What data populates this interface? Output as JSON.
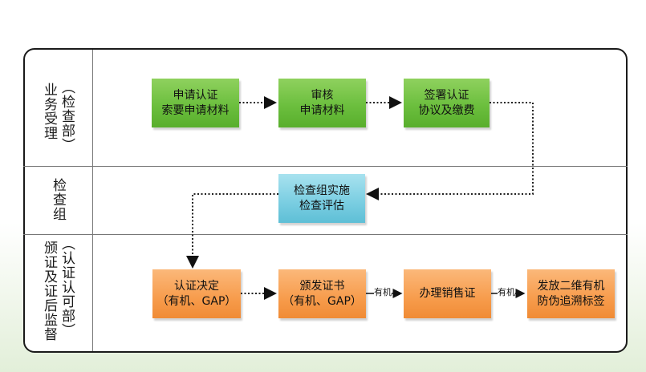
{
  "lanes": [
    {
      "label": "业务受理",
      "sub": "（检查部）"
    },
    {
      "label": "检查组",
      "sub": ""
    },
    {
      "label": "颁证及证后监督",
      "sub": "（认证认可部）"
    }
  ],
  "nodes": {
    "apply": [
      "申请认证",
      "索要申请材料"
    ],
    "review": [
      "审核",
      "申请材料"
    ],
    "sign": [
      "签署认证",
      "协议及缴费"
    ],
    "inspect": [
      "检查组实施",
      "检查评估"
    ],
    "decision": [
      "认证决定",
      "（有机、GAP）"
    ],
    "issue": [
      "颁发证书",
      "（有机、GAP）"
    ],
    "sales": [
      "办理销售证"
    ],
    "label": [
      "发放二维有机",
      "防伪追溯标签"
    ]
  },
  "edge_labels": {
    "issue_to_sales": "有机",
    "sales_to_label": "有机"
  },
  "colors": {
    "step_green": "#6cbf3e",
    "step_blue": "#79cde1",
    "step_orange": "#f79c4c"
  }
}
